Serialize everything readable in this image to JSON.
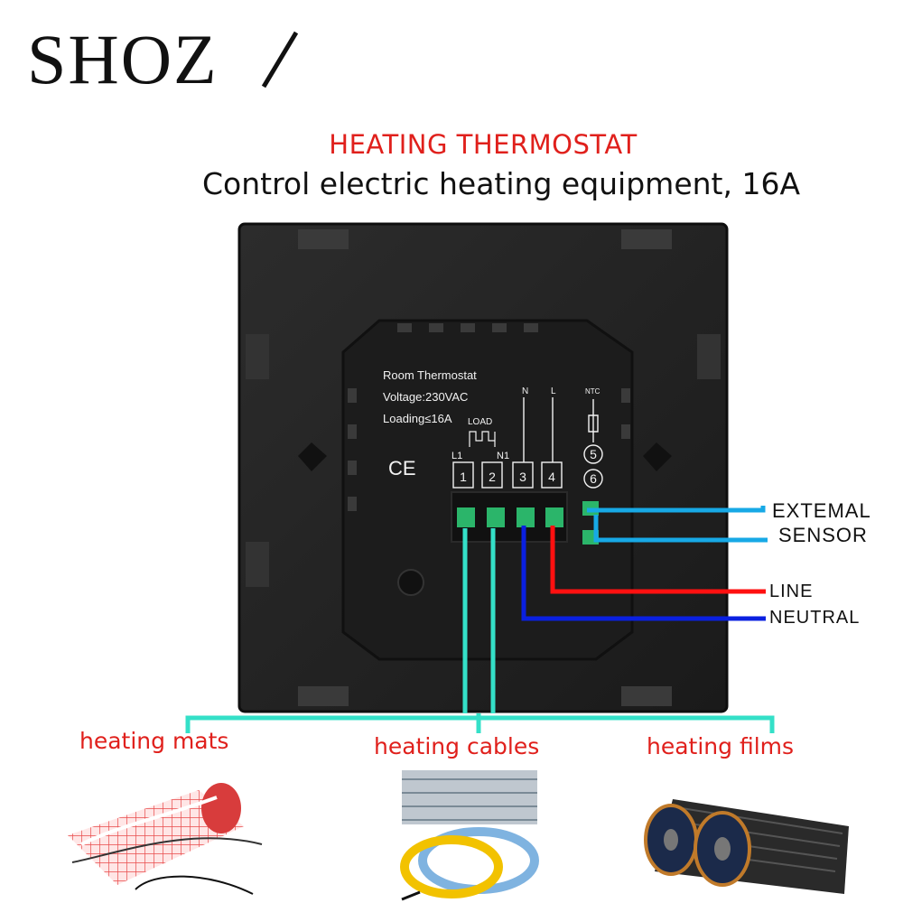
{
  "brand": {
    "logo_text": "SHOZ"
  },
  "header": {
    "title": "HEATING THERMOSTAT",
    "subtitle": "Control electric heating equipment, 16A"
  },
  "label_plate": {
    "name": "Room Thermostat",
    "voltage": "Voltage:230VAC",
    "loading": "Loading≤16A",
    "ce_mark": "CE",
    "load_label": "LOAD",
    "l1": "L1",
    "n1": "N1",
    "n": "N",
    "l": "L",
    "ntc": "NTC",
    "terminals": [
      "1",
      "2",
      "3",
      "4",
      "5",
      "6"
    ]
  },
  "wiring": {
    "external_sensor_line1": "EXTEMAL",
    "external_sensor_line2": "SENSOR",
    "line": "LINE",
    "neutral": "NEUTRAL",
    "colors": {
      "sensor": "#17a9e6",
      "line": "#ff1010",
      "neutral": "#0a20e0",
      "load": "#34e0c8"
    }
  },
  "categories": [
    {
      "label": "heating mats",
      "icon": "heating-mat-icon"
    },
    {
      "label": "heating cables",
      "icon": "heating-cable-icon"
    },
    {
      "label": "heating films",
      "icon": "heating-film-icon"
    }
  ]
}
